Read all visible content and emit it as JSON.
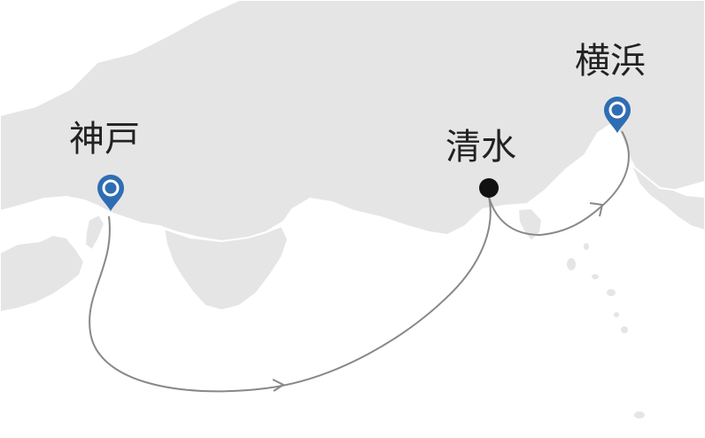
{
  "map": {
    "colors": {
      "land": "#e5e5e5",
      "land_stroke": "#ffffff",
      "sea": "#ffffff",
      "route": "#888888",
      "pin": "#2f6db3",
      "stop_dot": "#111111",
      "label_text": "#222222"
    },
    "ports": [
      {
        "id": "kobe",
        "label": "神戸",
        "marker": "map-pin-icon"
      },
      {
        "id": "shimizu",
        "label": "清水",
        "marker": "dot"
      },
      {
        "id": "yokohama",
        "label": "横浜",
        "marker": "map-pin-icon"
      }
    ],
    "route": [
      "神戸",
      "清水",
      "横浜"
    ]
  }
}
